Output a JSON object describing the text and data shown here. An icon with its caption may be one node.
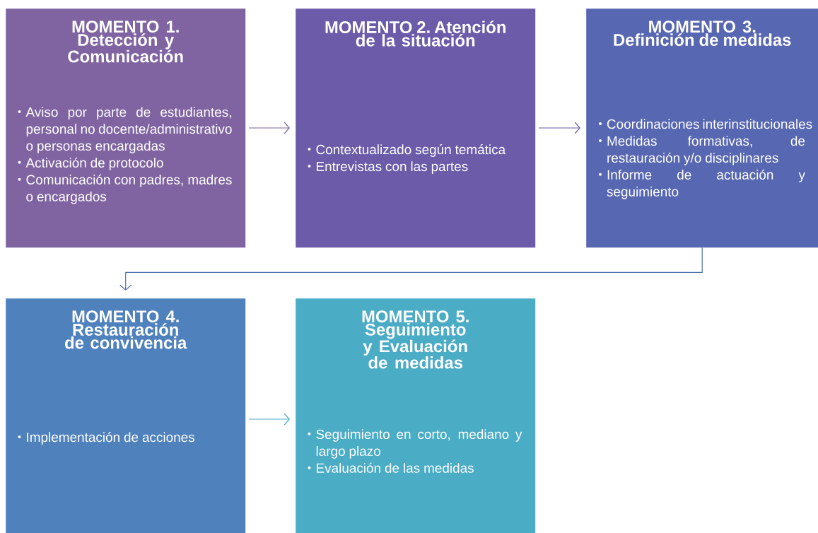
{
  "diagram": {
    "nodes": [
      {
        "text": [
          "MOMENTO 1. Detección y Comunicación",
          "Aviso por parte de estudiantes, personal no docente/administrativo o personas encargadas",
          "Activación de protocolo",
          "Comunicación con padres, madres o encargados"
        ]
      },
      {
        "text": [
          "MOMENTO 2. Atención de la situación",
          "Contextualizado según temática",
          "Entrevistas con las partes"
        ]
      },
      {
        "text": [
          "MOMENTO 3. Definición de medidas",
          "Coordinaciones interinstitucionales",
          "Medidas formativas, de restauración y/o disciplinares",
          "Informe de actuación y seguimiento"
        ]
      },
      {
        "text": [
          "MOMENTO 4. Restauración de convivencia",
          "Implementación de acciones"
        ]
      },
      {
        "text": [
          "MOMENTO 5. Seguimiento y Evaluación de medidas",
          "Seguimiento en corto, mediano y largo plazo",
          "Evaluación de las medidas"
        ]
      }
    ],
    "edges": [
      {
        "from": 0,
        "to": 1,
        "arrow": "to",
        "color": "#8064a2"
      },
      {
        "from": 1,
        "to": 2,
        "arrow": "to",
        "color": "#6a5aa8"
      },
      {
        "from": 2,
        "to": 3,
        "arrow": "to",
        "color": "#4f72b0"
      },
      {
        "from": 3,
        "to": 4,
        "arrow": "to",
        "color": "#4bacc6"
      }
    ]
  }
}
